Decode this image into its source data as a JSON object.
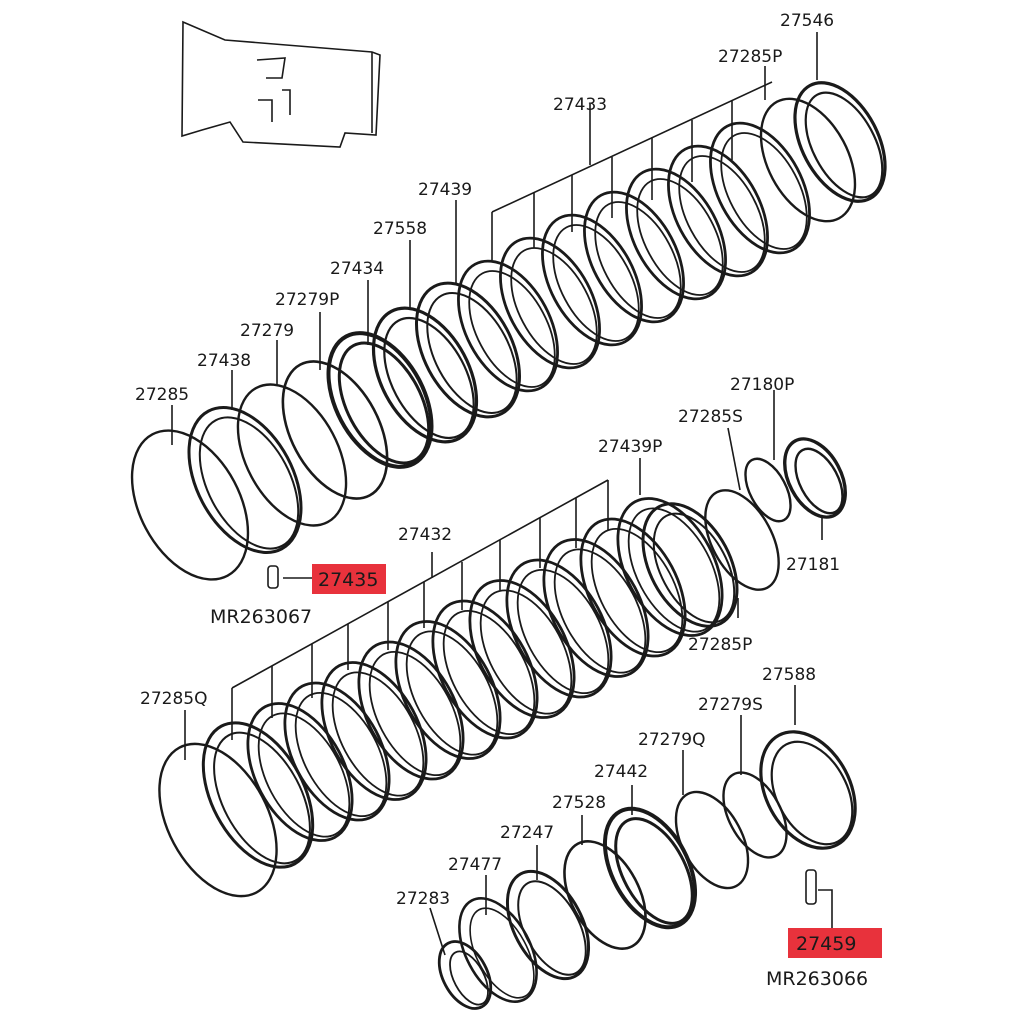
{
  "diagram": {
    "labels": {
      "p27546": "27546",
      "p27285P_top": "27285P",
      "p27433": "27433",
      "p27439": "27439",
      "p27558": "27558",
      "p27434": "27434",
      "p27279P": "27279P",
      "p27279": "27279",
      "p27438": "27438",
      "p27285": "27285",
      "p27180P": "27180P",
      "p27285S": "27285S",
      "p27439P": "27439P",
      "p27181": "27181",
      "p27432": "27432",
      "p27435": "27435",
      "mr263067": "MR263067",
      "p27285P_mid": "27285P",
      "p27285Q": "27285Q",
      "p27588": "27588",
      "p27279S": "27279S",
      "p27279Q": "27279Q",
      "p27442": "27442",
      "p27528": "27528",
      "p27247": "27247",
      "p27477": "27477",
      "p27283": "27283",
      "p27459": "27459",
      "mr263066": "MR263066"
    },
    "highlight_color": "#e8323c",
    "line_color": "#1a1a1a"
  }
}
